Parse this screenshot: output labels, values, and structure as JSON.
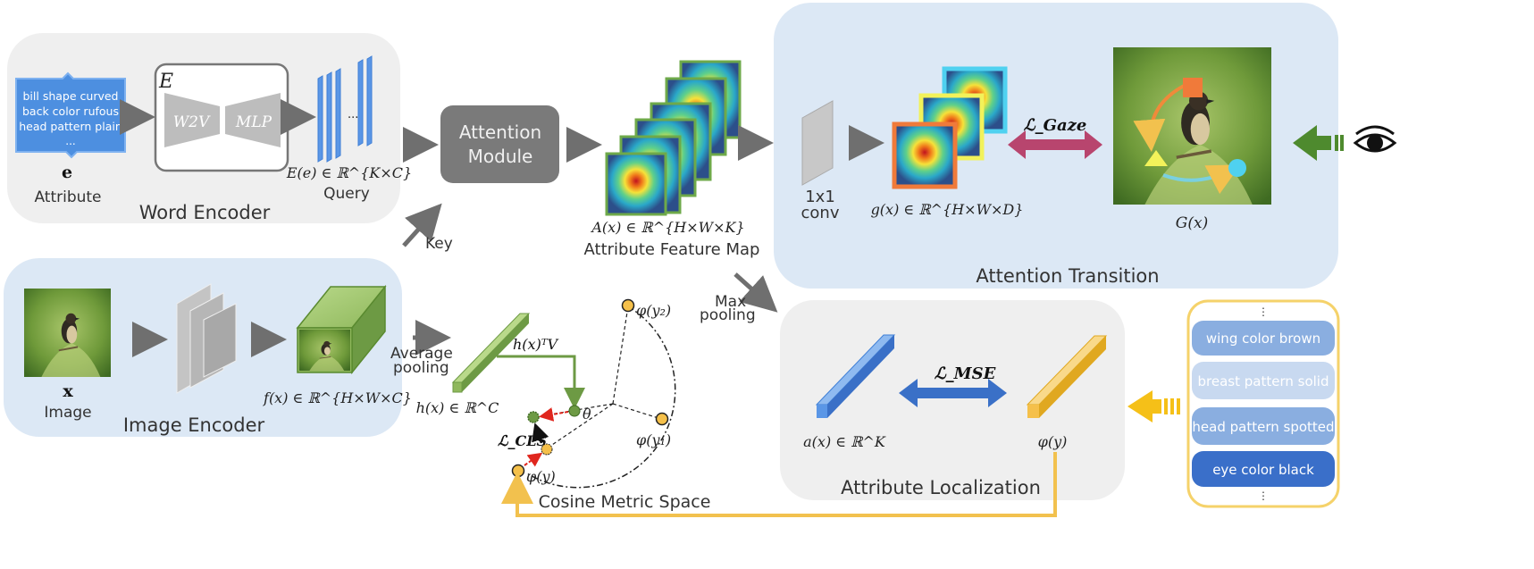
{
  "word_encoder": {
    "title": "Word Encoder",
    "attribute_box_lines": [
      "bill shape curved",
      "back color rufous",
      "head pattern plain",
      "..."
    ],
    "attribute_symbol": "e",
    "attribute_caption": "Attribute",
    "encoder_symbol": "E",
    "w2v_label": "W2V",
    "mlp_label": "MLP",
    "query_ellipsis": "...",
    "query_formula": "E(e) ∈ ℝ^{K×C}",
    "query_label": "Query"
  },
  "image_encoder": {
    "title": "Image Encoder",
    "image_symbol": "x",
    "image_caption": "Image",
    "feature_formula": "f(x) ∈ ℝ^{H×W×C}"
  },
  "attention_module": {
    "line1": "Attention",
    "line2": "Module"
  },
  "key_label": "Key",
  "feature_map": {
    "formula": "A(x) ∈ ℝ^{H×W×K}",
    "label": "Attribute Feature Map"
  },
  "attention_transition": {
    "title": "Attention Transition",
    "conv_line1": "1x1",
    "conv_line2": "conv",
    "g_formula": "g(x) ∈ ℝ^{H×W×D}",
    "loss_label": "ℒ_Gaze",
    "G_label": "G(x)"
  },
  "max_pooling": {
    "line1": "Max",
    "line2": "pooling"
  },
  "average_pooling": {
    "line1": "Average",
    "line2": "pooling"
  },
  "cosine_space": {
    "title": "Cosine Metric Space",
    "h_formula": "h(x) ∈ ℝ^C",
    "hv_label": "h(x)ᵀV",
    "theta": "θ",
    "phi_y2": "φ(y₂)",
    "phi_y1": "φ(y₁)",
    "phi_y": "φ(y)",
    "loss_cls": "ℒ_CLS"
  },
  "attribute_localization": {
    "title": "Attribute Localization",
    "a_formula": "a(x) ∈ ℝ^K",
    "loss_mse": "ℒ_MSE",
    "phi_label": "φ(y)"
  },
  "attribute_list": {
    "top_ellipsis": "⋮",
    "items": [
      "wing color brown",
      "breast pattern solid",
      "head pattern spotted",
      "eye color black"
    ],
    "bottom_ellipsis": "⋮"
  },
  "icons": [
    "eye-icon",
    "bird-photo",
    "heatmap-tile"
  ],
  "colors": {
    "gray_panel": "#efefef",
    "blue_panel": "#dce8f5",
    "attribute_blue": "#4d8fe0",
    "query_blue": "#5a96e6",
    "arrow_gray": "#6f6f6f",
    "module_gray": "#7a7a7a",
    "green_block": "#8fb85c",
    "gaze_magenta": "#b8456e",
    "mse_blue": "#3a70c7",
    "phi_yellow": "#f5c04a",
    "list_border": "#f5d26a",
    "list_item": "#8aaee0",
    "list_item_faded": "#c8d9f0",
    "list_item_dark": "#3a6fc9",
    "gaze_arrow_green": "#4e8a2e",
    "heat_orange": "#f07a3a",
    "heat_yellow": "#f2f25a",
    "heat_cyan": "#4fd1f0"
  }
}
